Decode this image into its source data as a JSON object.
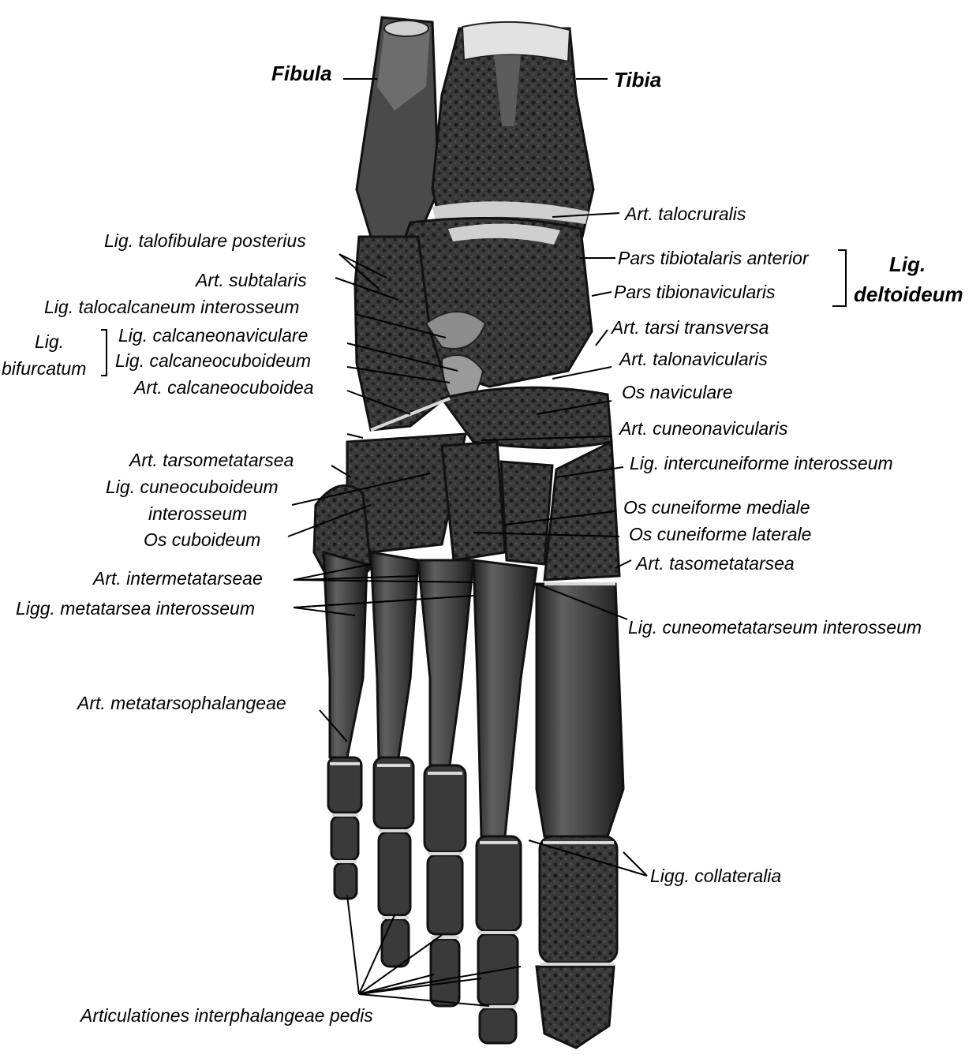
{
  "labels": {
    "fibula": "Fibula",
    "tibia": "Tibia",
    "art_talocruralis": "Art. talocruralis",
    "lig_talofibulare_posterius": "Lig. talofibulare posterius",
    "pars_tibiotalaris_anterior": "Pars tibiotalaris anterior",
    "lig_deltoideum_1": "Lig.",
    "lig_deltoideum_2": "deltoideum",
    "art_subtalaris": "Art. subtalaris",
    "pars_tibionavicularis": "Pars tibionavicularis",
    "lig_talocalcaneum_interosseum": "Lig. talocalcaneum interosseum",
    "art_tarsi_transversa": "Art. tarsi transversa",
    "lig_bifurcatum_1": "Lig.",
    "lig_bifurcatum_2": "bifurcatum",
    "lig_calcaneonaviculare": "Lig. calcaneonaviculare",
    "lig_calcaneocuboideum": "Lig. calcaneocuboideum",
    "art_talonavicularis": "Art. talonavicularis",
    "art_calcaneocuboidea": "Art. calcaneocuboidea",
    "os_naviculare": "Os naviculare",
    "art_cuneonavicularis": "Art. cuneonavicularis",
    "art_tarsometatarsea": "Art. tarsometatarsea",
    "lig_intercuneiforme_interosseum": "Lig. intercuneiforme interosseum",
    "lig_cuneocuboideum_1": "Lig. cuneocuboideum",
    "lig_cuneocuboideum_2": "interosseum",
    "os_cuneiforme_mediale": "Os cuneiforme mediale",
    "os_cuboideum": "Os cuboideum",
    "os_cuneiforme_laterale": "Os cuneiforme laterale",
    "art_tasometatarsea": "Art. tasometatarsea",
    "art_intermetatarseae": "Art. intermetatarseae",
    "ligg_metatarsea_interosseum": "Ligg. metatarsea interosseum",
    "lig_cuneometatarseum_interosseum": "Lig. cuneometatarseum interosseum",
    "art_metatarsophalangeae": "Art. metatarsophalangeae",
    "ligg_collateralia": "Ligg. collateralia",
    "articulationes_interphalangeae_pedis": "Articulationes interphalangeae pedis"
  },
  "colors": {
    "background": "#ffffff",
    "bone_dark": "#2b2b2b",
    "bone_mid": "#5a5a5a",
    "bone_light": "#9a9a9a",
    "cartilage": "#d8d8d8",
    "line": "#000000"
  }
}
